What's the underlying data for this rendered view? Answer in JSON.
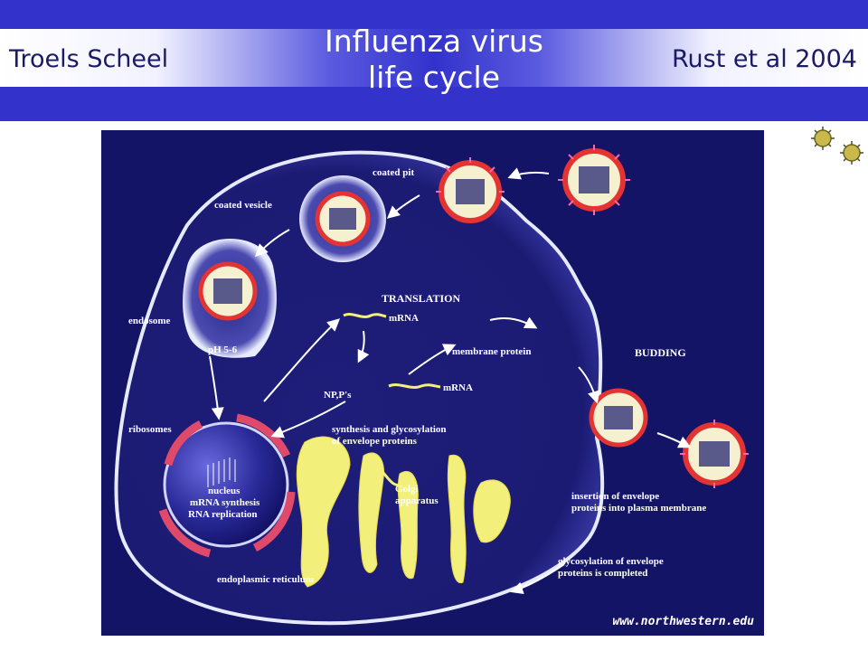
{
  "header": {
    "author": "Troels Scheel",
    "title_line1": "Influenza virus",
    "title_line2": "life cycle",
    "reference": "Rust et al 2004"
  },
  "diagram": {
    "labels": {
      "coated_pit": "coated pit",
      "coated_vesicle": "coated vesicle",
      "endosome": "endosome",
      "ph": "pH 5-6",
      "translation": "TRANSLATION",
      "mrna_top": "mRNA",
      "membrane_protein": "membrane protein",
      "mrna_mid": "mRNA",
      "budding": "BUDDING",
      "np_ps": "NP,P's",
      "ribosomes": "ribosomes",
      "synthesis_line1": "synthesis and glycosylation",
      "synthesis_line2": "of envelope proteins",
      "nucleus": "nucleus",
      "mrna_synthesis": "mRNA synthesis",
      "rna_replication": "RNA replication",
      "golgi_line1": "Golgi",
      "golgi_line2": "apparatus",
      "insertion_line1": "insertion of envelope",
      "insertion_line2": "proteins into plasma membrane",
      "glyco_line1": "glycosylation of envelope",
      "glyco_line2": "proteins is completed",
      "er": "endoplasmic reticulum",
      "watermark": "www.northwestern.edu"
    },
    "colors": {
      "background": "#141466",
      "membrane": "#dde3ff",
      "virion_rim": "#e33333",
      "golgi": "#f2f07a",
      "label": "#ffffff"
    }
  }
}
